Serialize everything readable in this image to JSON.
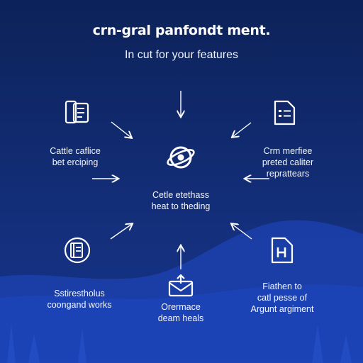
{
  "header": {
    "title": "crn-gral panfondt ment.",
    "subtitle": "In cut for your features"
  },
  "center": {
    "icon": "link-rings-icon",
    "line1": "Cetle etethass",
    "line2": "heat to theding"
  },
  "nodes": [
    {
      "id": "top-left",
      "icon": "phone-document-icon",
      "line1": "Cattle caflice",
      "line2": "bet erciping"
    },
    {
      "id": "top-right",
      "icon": "list-document-icon",
      "line1": "Crm merfiee",
      "line2": "preted caliter",
      "line3": "reprattears"
    },
    {
      "id": "bottom-left",
      "icon": "ledger-circle-icon",
      "line1": "Sstirestholus",
      "line2": "coongand works"
    },
    {
      "id": "bottom-center",
      "icon": "envelope-upload-icon",
      "line1": "Orermace",
      "line2": "deam heals"
    },
    {
      "id": "bottom-right",
      "icon": "h-document-icon",
      "line1": "Fiathen to",
      "line2": "catl pesse of",
      "line3": "Argunt argiment"
    }
  ],
  "colors": {
    "background_top": "#0c2259",
    "background_bottom": "#16338a",
    "wave": "#1d45b8",
    "foreground": "#ffffff"
  }
}
